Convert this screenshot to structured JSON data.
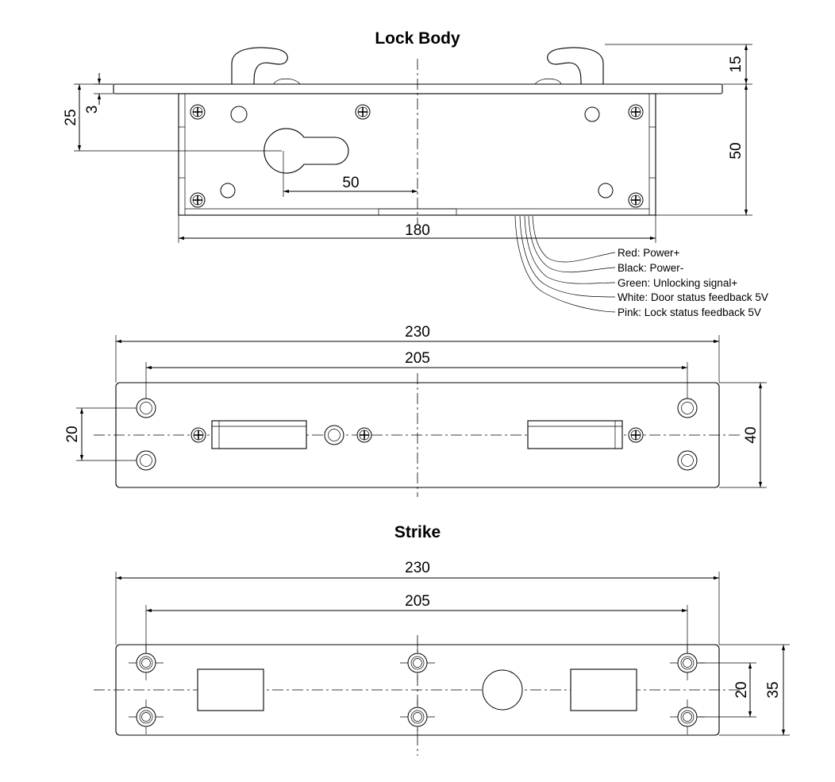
{
  "titles": {
    "lock_body": "Lock Body",
    "strike": "Strike"
  },
  "lock_body": {
    "dimensions": {
      "hook_height": "15",
      "faceplate_thickness": "3",
      "cylinder_offset": "25",
      "body_height": "50",
      "backset": "50",
      "body_length": "180"
    },
    "wires": [
      {
        "label": "Red: Power+",
        "color": "#d0201f"
      },
      {
        "label": "Black: Power-",
        "color": "#000000"
      },
      {
        "label": "Green: Unlocking signal+",
        "color": "#1f8a2a"
      },
      {
        "label": "White: Door status feedback 5V",
        "color": "#ffffff"
      },
      {
        "label": "Pink: Lock status feedback 5V",
        "color": "#f2a0c0"
      }
    ]
  },
  "faceplate": {
    "dimensions": {
      "overall_length": "230",
      "hole_spacing": "205",
      "hole_pitch": "20",
      "width": "40"
    }
  },
  "strike": {
    "dimensions": {
      "overall_length": "230",
      "hole_spacing": "205",
      "hole_pitch": "20",
      "width": "35"
    }
  }
}
